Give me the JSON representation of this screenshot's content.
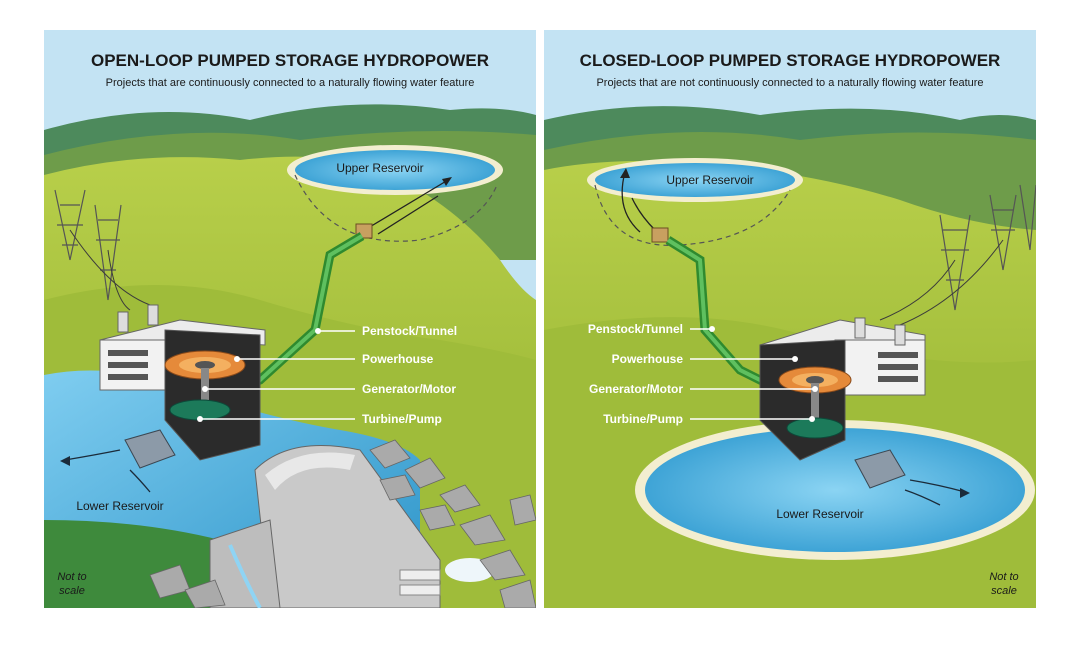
{
  "left_panel": {
    "title": "OPEN-LOOP PUMPED STORAGE HYDROPOWER",
    "subtitle": "Projects that are continuously connected to a naturally flowing water feature",
    "upper_reservoir": "Upper Reservoir",
    "lower_reservoir": "Lower Reservoir",
    "labels": {
      "penstock": "Penstock/Tunnel",
      "powerhouse": "Powerhouse",
      "generator": "Generator/Motor",
      "turbine": "Turbine/Pump"
    },
    "scale_note_line1": "Not to",
    "scale_note_line2": "scale"
  },
  "right_panel": {
    "title": "CLOSED-LOOP PUMPED STORAGE HYDROPOWER",
    "subtitle": "Projects that are not continuously connected to a naturally flowing water feature",
    "upper_reservoir": "Upper Reservoir",
    "lower_reservoir": "Lower Reservoir",
    "labels": {
      "penstock": "Penstock/Tunnel",
      "powerhouse": "Powerhouse",
      "generator": "Generator/Motor",
      "turbine": "Turbine/Pump"
    },
    "scale_note_line1": "Not to",
    "scale_note_line2": "scale"
  },
  "colors": {
    "sky": "#c3e3f3",
    "hill_far": "#4d8a5c",
    "hill_green": "#a8c440",
    "water": "#3aa6d8",
    "penstock": "#3a9a3a"
  }
}
